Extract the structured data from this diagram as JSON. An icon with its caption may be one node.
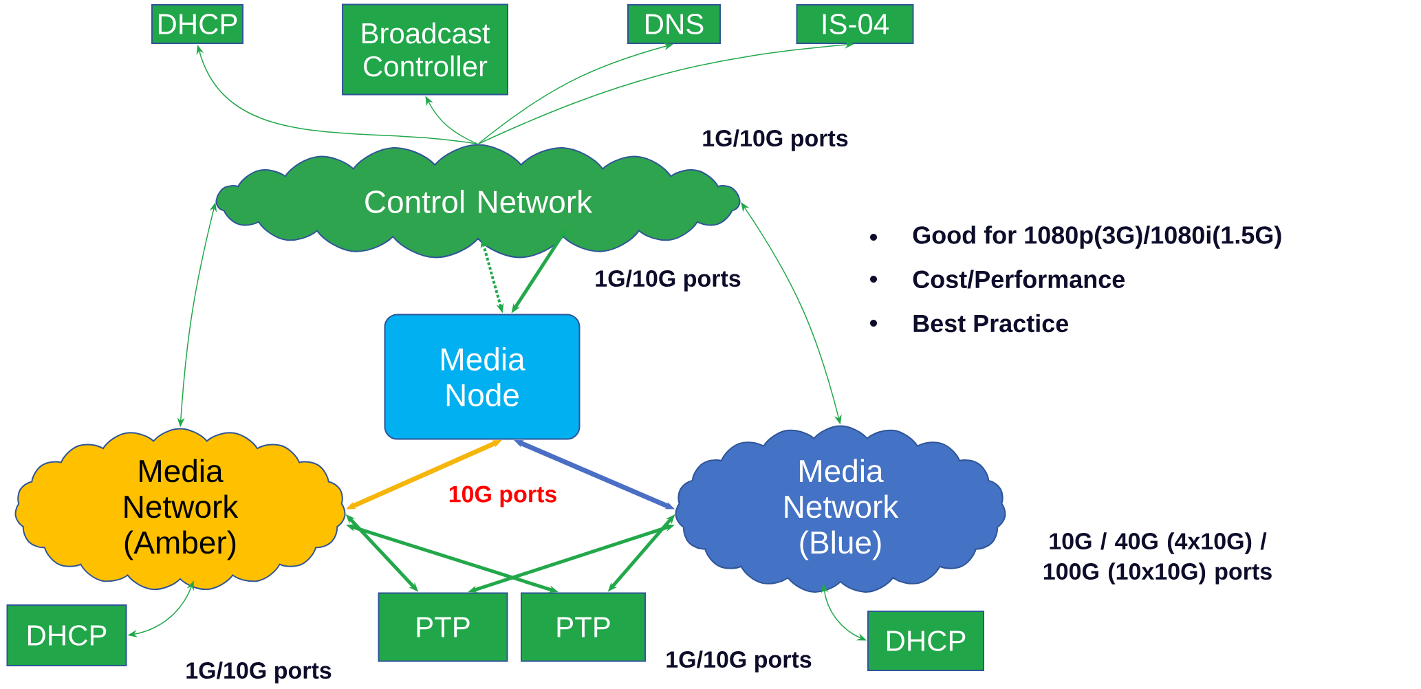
{
  "diagram": {
    "nodes": [
      {
        "text": [
          "DHCP"
        ]
      },
      {
        "text": [
          "Broadcast Controller"
        ]
      },
      {
        "text": [
          "DNS"
        ]
      },
      {
        "text": [
          "IS-04"
        ]
      },
      {
        "text": [
          "Control Network"
        ]
      },
      {
        "text": [
          "Media Node"
        ]
      },
      {
        "text": [
          "Media Network (Amber)"
        ]
      },
      {
        "text": [
          "Media Network (Blue)"
        ]
      },
      {
        "text": [
          "DHCP"
        ]
      },
      {
        "text": [
          "PTP"
        ]
      },
      {
        "text": [
          "PTP"
        ]
      },
      {
        "text": [
          "DHCP"
        ]
      }
    ],
    "edges": [
      {
        "from": 4,
        "to": 0,
        "arrow": "to"
      },
      {
        "from": 4,
        "to": 1,
        "arrow": "to"
      },
      {
        "from": 4,
        "to": 2,
        "arrow": "to"
      },
      {
        "from": 4,
        "to": 3,
        "arrow": "to"
      },
      {
        "from": 4,
        "to": 6,
        "arrow": "both"
      },
      {
        "from": 4,
        "to": 7,
        "arrow": "both"
      },
      {
        "from": 4,
        "to": 5,
        "arrow": "both",
        "style": "dashed"
      },
      {
        "from": 4,
        "to": 5,
        "arrow": "both",
        "style": "thick"
      },
      {
        "from": 5,
        "to": 6,
        "arrow": "both",
        "style": "thick",
        "color": "#f5b50a"
      },
      {
        "from": 5,
        "to": 7,
        "arrow": "both",
        "style": "thick",
        "color": "#4a6fc4"
      },
      {
        "from": 6,
        "to": 9,
        "arrow": "both",
        "style": "thick"
      },
      {
        "from": 6,
        "to": 10,
        "arrow": "both",
        "style": "thick"
      },
      {
        "from": 7,
        "to": 9,
        "arrow": "both",
        "style": "thick"
      },
      {
        "from": 7,
        "to": 10,
        "arrow": "both",
        "style": "thick"
      },
      {
        "from": 6,
        "to": 8,
        "arrow": "both"
      },
      {
        "from": 7,
        "to": 11,
        "arrow": "both"
      }
    ],
    "labels": [
      "1G/10G ports",
      "1G/10G ports",
      "Good for 1080p(3G)/1080i(1.5G)",
      "Cost/Performance",
      "Best Practice",
      "10G ports",
      "10G / 40G (4x10G) / 100G (10x10G) ports",
      "1G/10G ports",
      "1G/10G ports"
    ]
  }
}
